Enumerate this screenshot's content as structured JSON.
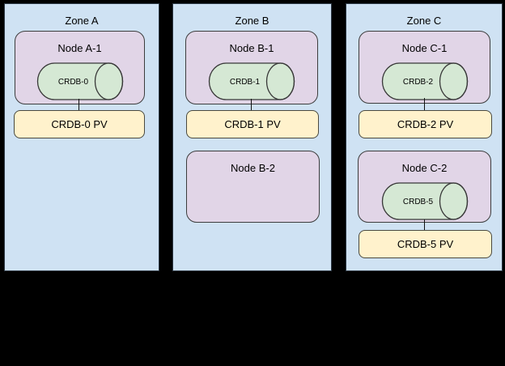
{
  "diagram": {
    "description": "Three availability zones with Kubernetes nodes hosting CockroachDB pods and persistent volumes",
    "colors": {
      "background": "#000000",
      "zone_fill": "#cfe2f3",
      "node_fill": "#e1d5e7",
      "database_fill": "#d5e8d4",
      "pv_fill": "#fff2cc",
      "stroke": "#383838"
    },
    "zones": [
      {
        "label": "Zone A",
        "nodes": [
          {
            "label": "Node A-1",
            "db": "CRDB-0"
          }
        ],
        "pvs": [
          {
            "label": "CRDB-0 PV"
          }
        ]
      },
      {
        "label": "Zone B",
        "nodes": [
          {
            "label": "Node B-1",
            "db": "CRDB-1"
          },
          {
            "label": "Node B-2"
          }
        ],
        "pvs": [
          {
            "label": "CRDB-1 PV"
          }
        ]
      },
      {
        "label": "Zone C",
        "nodes": [
          {
            "label": "Node C-1",
            "db": "CRDB-2"
          },
          {
            "label": "Node C-2",
            "db": "CRDB-5"
          }
        ],
        "pvs": [
          {
            "label": "CRDB-2 PV"
          },
          {
            "label": "CRDB-5 PV"
          }
        ]
      }
    ]
  }
}
